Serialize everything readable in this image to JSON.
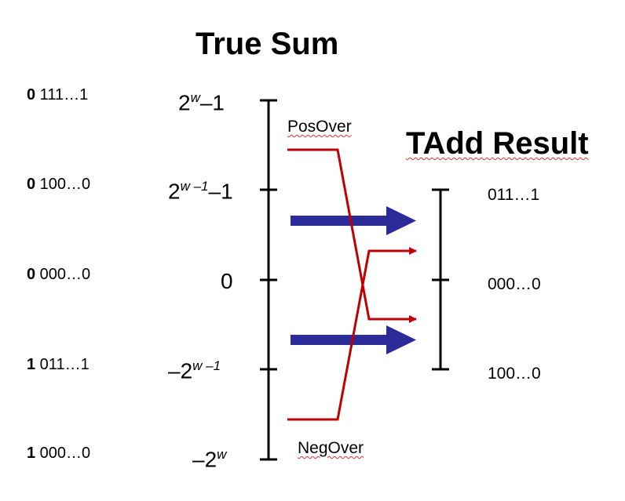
{
  "true_sum_title": "True Sum",
  "tadd_title": "TAdd Result",
  "binary_labels": [
    {
      "sign": "0",
      "rest": " 111…1"
    },
    {
      "sign": "0",
      "rest": " 100…0"
    },
    {
      "sign": "0",
      "rest": " 000…0"
    },
    {
      "sign": "1",
      "rest": " 011…1"
    },
    {
      "sign": "1",
      "rest": " 000…0"
    }
  ],
  "true_ticks": [
    {
      "base": "2",
      "sup": "w",
      "tail": "–1"
    },
    {
      "base": "2",
      "sup": "w –1",
      "tail": "–1"
    },
    {
      "base": "0",
      "sup": "",
      "tail": ""
    },
    {
      "base": "–2",
      "sup": "w –1",
      "tail": ""
    },
    {
      "base": "–2",
      "sup": "w",
      "tail": ""
    }
  ],
  "result_ticks": [
    "011…1",
    "000…0",
    "100…0"
  ],
  "pos_over_label": "PosOver",
  "neg_over_label": "NegOver",
  "colors": {
    "arrow": "#2b2b9a",
    "mapping": "#c00000",
    "axis": "#000000"
  }
}
